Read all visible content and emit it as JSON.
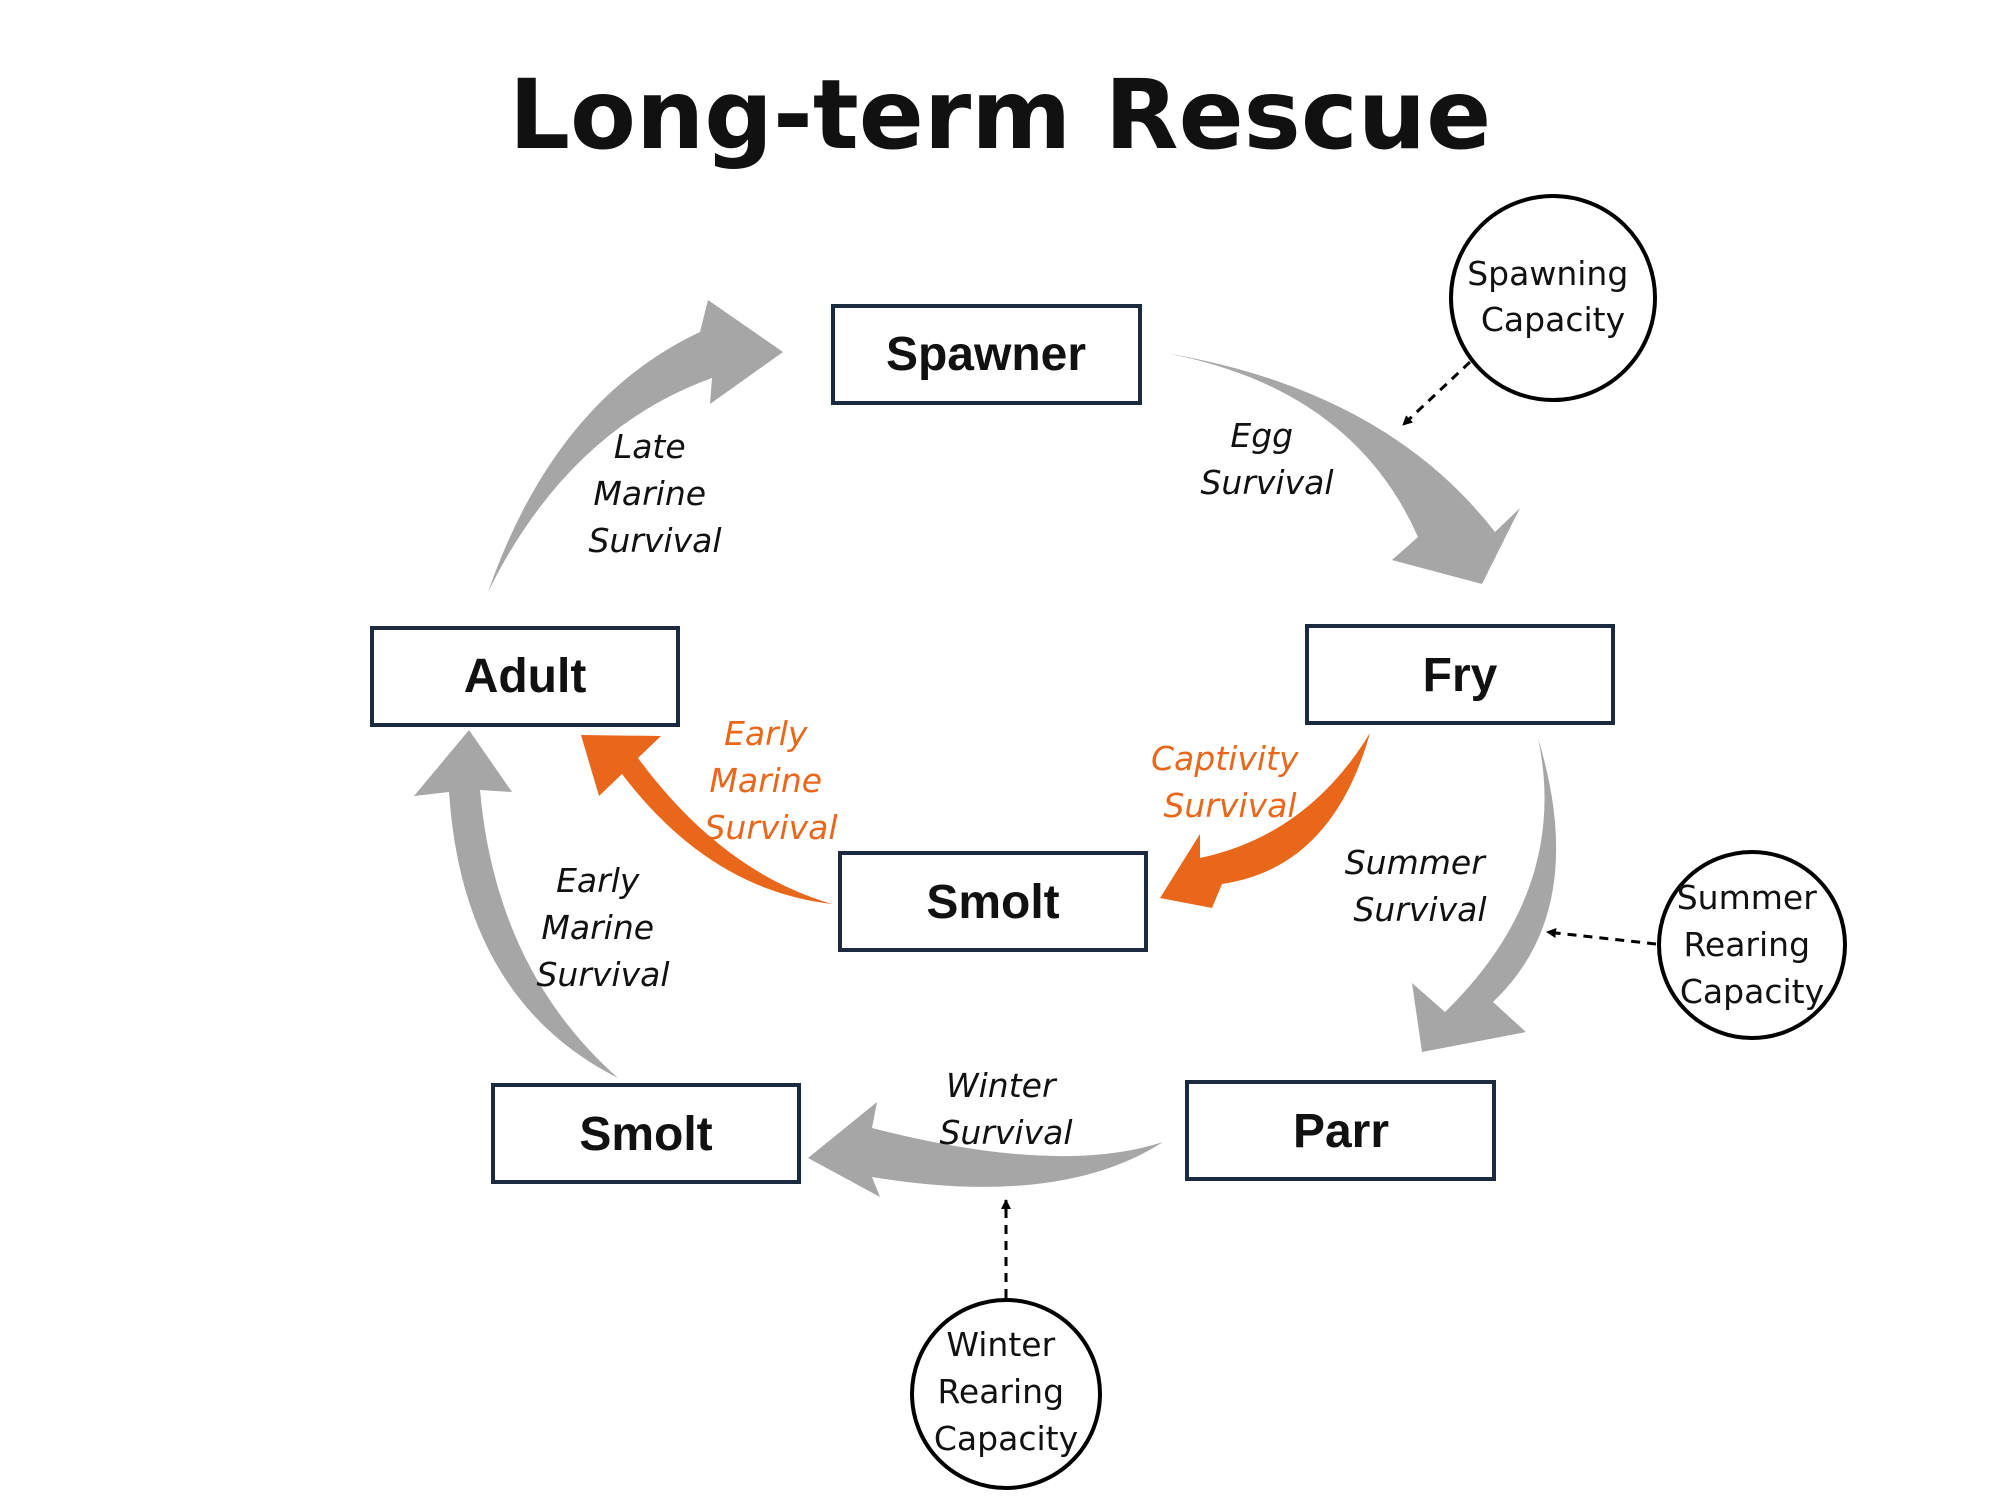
{
  "title": "Long-term Rescue",
  "colors": {
    "gray_arrow": "#a6a6a6",
    "orange_arrow": "#e8671a",
    "box_border": "#1c2a40"
  },
  "stages": {
    "spawner": "Spawner",
    "fry": "Fry",
    "parr": "Parr",
    "smolt_wild": "Smolt",
    "smolt_captive": "Smolt",
    "adult": "Adult"
  },
  "transitions": {
    "egg_survival": [
      "Egg",
      "Survival"
    ],
    "summer_survival": [
      "Summer",
      "Survival"
    ],
    "winter_survival": [
      "Winter",
      "Survival"
    ],
    "early_marine_survival": [
      "Early",
      "Marine",
      "Survival"
    ],
    "late_marine_survival": [
      "Late",
      "Marine",
      "Survival"
    ],
    "captivity_survival": [
      "Captivity",
      "Survival"
    ],
    "captive_early_marine_survival": [
      "Early",
      "Marine",
      "Survival"
    ]
  },
  "capacities": {
    "spawning": [
      "Spawning",
      "Capacity"
    ],
    "summer_rearing": [
      "Summer",
      "Rearing",
      "Capacity"
    ],
    "winter_rearing": [
      "Winter",
      "Rearing",
      "Capacity"
    ]
  }
}
